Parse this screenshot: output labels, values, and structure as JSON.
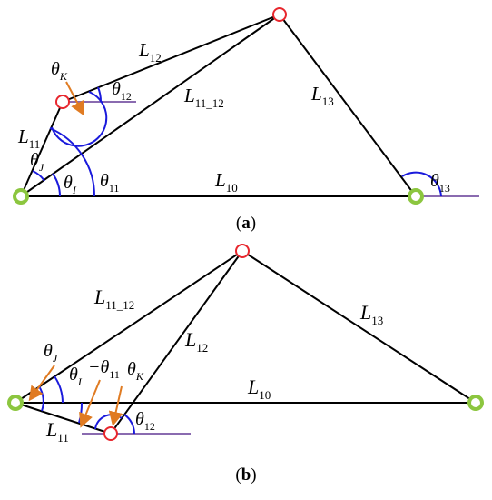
{
  "diagram_a": {
    "caption_letter": "a",
    "labels": {
      "L12": {
        "base": "L",
        "sub": "12"
      },
      "L11_12": {
        "base": "L",
        "sub": "11_12"
      },
      "L13": {
        "base": "L",
        "sub": "13"
      },
      "L11": {
        "base": "L",
        "sub": "11"
      },
      "L10": {
        "base": "L",
        "sub": "10"
      },
      "thetaK": {
        "base": "θ",
        "sub": "K"
      },
      "theta12": {
        "base": "θ",
        "sub": "12"
      },
      "thetaJ": {
        "base": "θ",
        "sub": "J"
      },
      "thetaI": {
        "base": "θ",
        "sub": "I"
      },
      "theta11": {
        "base": "θ",
        "sub": "11"
      },
      "theta13": {
        "base": "θ",
        "sub": "13"
      }
    }
  },
  "diagram_b": {
    "caption_letter": "b",
    "labels": {
      "L11_12": {
        "base": "L",
        "sub": "11_12"
      },
      "L13": {
        "base": "L",
        "sub": "13"
      },
      "L12": {
        "base": "L",
        "sub": "12"
      },
      "L10": {
        "base": "L",
        "sub": "10"
      },
      "L11": {
        "base": "L",
        "sub": "11"
      },
      "thetaJ": {
        "base": "θ",
        "sub": "J"
      },
      "thetaI": {
        "base": "θ",
        "sub": "I"
      },
      "negTheta11": {
        "base": "−θ",
        "sub": "11"
      },
      "thetaK": {
        "base": "θ",
        "sub": "K"
      },
      "theta12": {
        "base": "θ",
        "sub": "12"
      }
    }
  },
  "colors": {
    "line": "#000000",
    "angle_arc": "#1a1adc",
    "arrow": "#e07b22",
    "ground": "#8a6bb0",
    "fixed_joint": "#8cc63f",
    "moving_joint": "#e8262d"
  }
}
